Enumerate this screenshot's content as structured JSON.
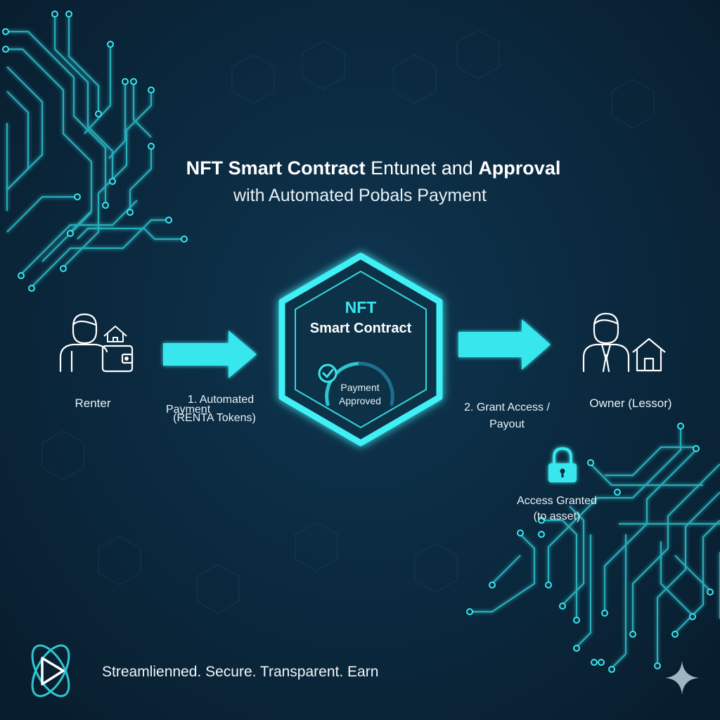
{
  "title": {
    "line1_part1": "NFT Smart Contract",
    "line1_part2": " Entunet and ",
    "line1_part3": "Approval",
    "line2": "with Automated Pobals Payment"
  },
  "renter": {
    "label": "Renter"
  },
  "step1": {
    "line1": "1. Automated",
    "line2": "Payment",
    "line3": "(RENTA Tokens)"
  },
  "contract": {
    "title": "NFT",
    "subtitle": "Smart Contract",
    "status_line1": "Payment",
    "status_line2": "Approved"
  },
  "step2": {
    "line1": "2. Grant Access /",
    "line2": "Payout"
  },
  "owner": {
    "label": "Owner (Lessor)"
  },
  "access": {
    "line1": "Access Granted",
    "line2": "(to asset)"
  },
  "tagline": "Streamlienned. Secure. Transparent. Earn",
  "colors": {
    "accent": "#38e7ee",
    "background": "#0b2a40",
    "text": "#eef6fa"
  },
  "icons": [
    "renter-person-icon",
    "house-icon",
    "wallet-icon",
    "owner-person-icon",
    "lock-icon",
    "check-icon",
    "logo-icon",
    "sparkle-icon"
  ]
}
